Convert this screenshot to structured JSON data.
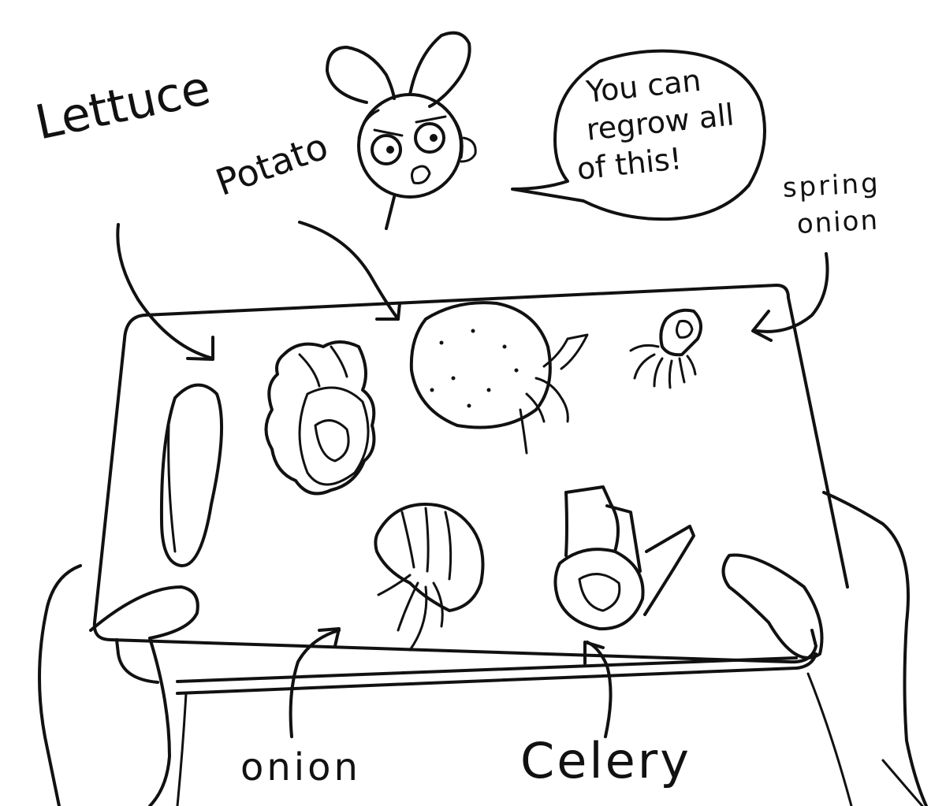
{
  "labels": {
    "lettuce": "Lettuce",
    "potato": "Potato",
    "spring_onion_line1": "spring",
    "spring_onion_line2": "onion",
    "onion": "onion",
    "celery": "Celery"
  },
  "speech_bubble": {
    "line1": "You can",
    "line2": "regrow all",
    "line3": "of this!"
  },
  "colors": {
    "ink": "#111111",
    "paper": "#ffffff"
  }
}
